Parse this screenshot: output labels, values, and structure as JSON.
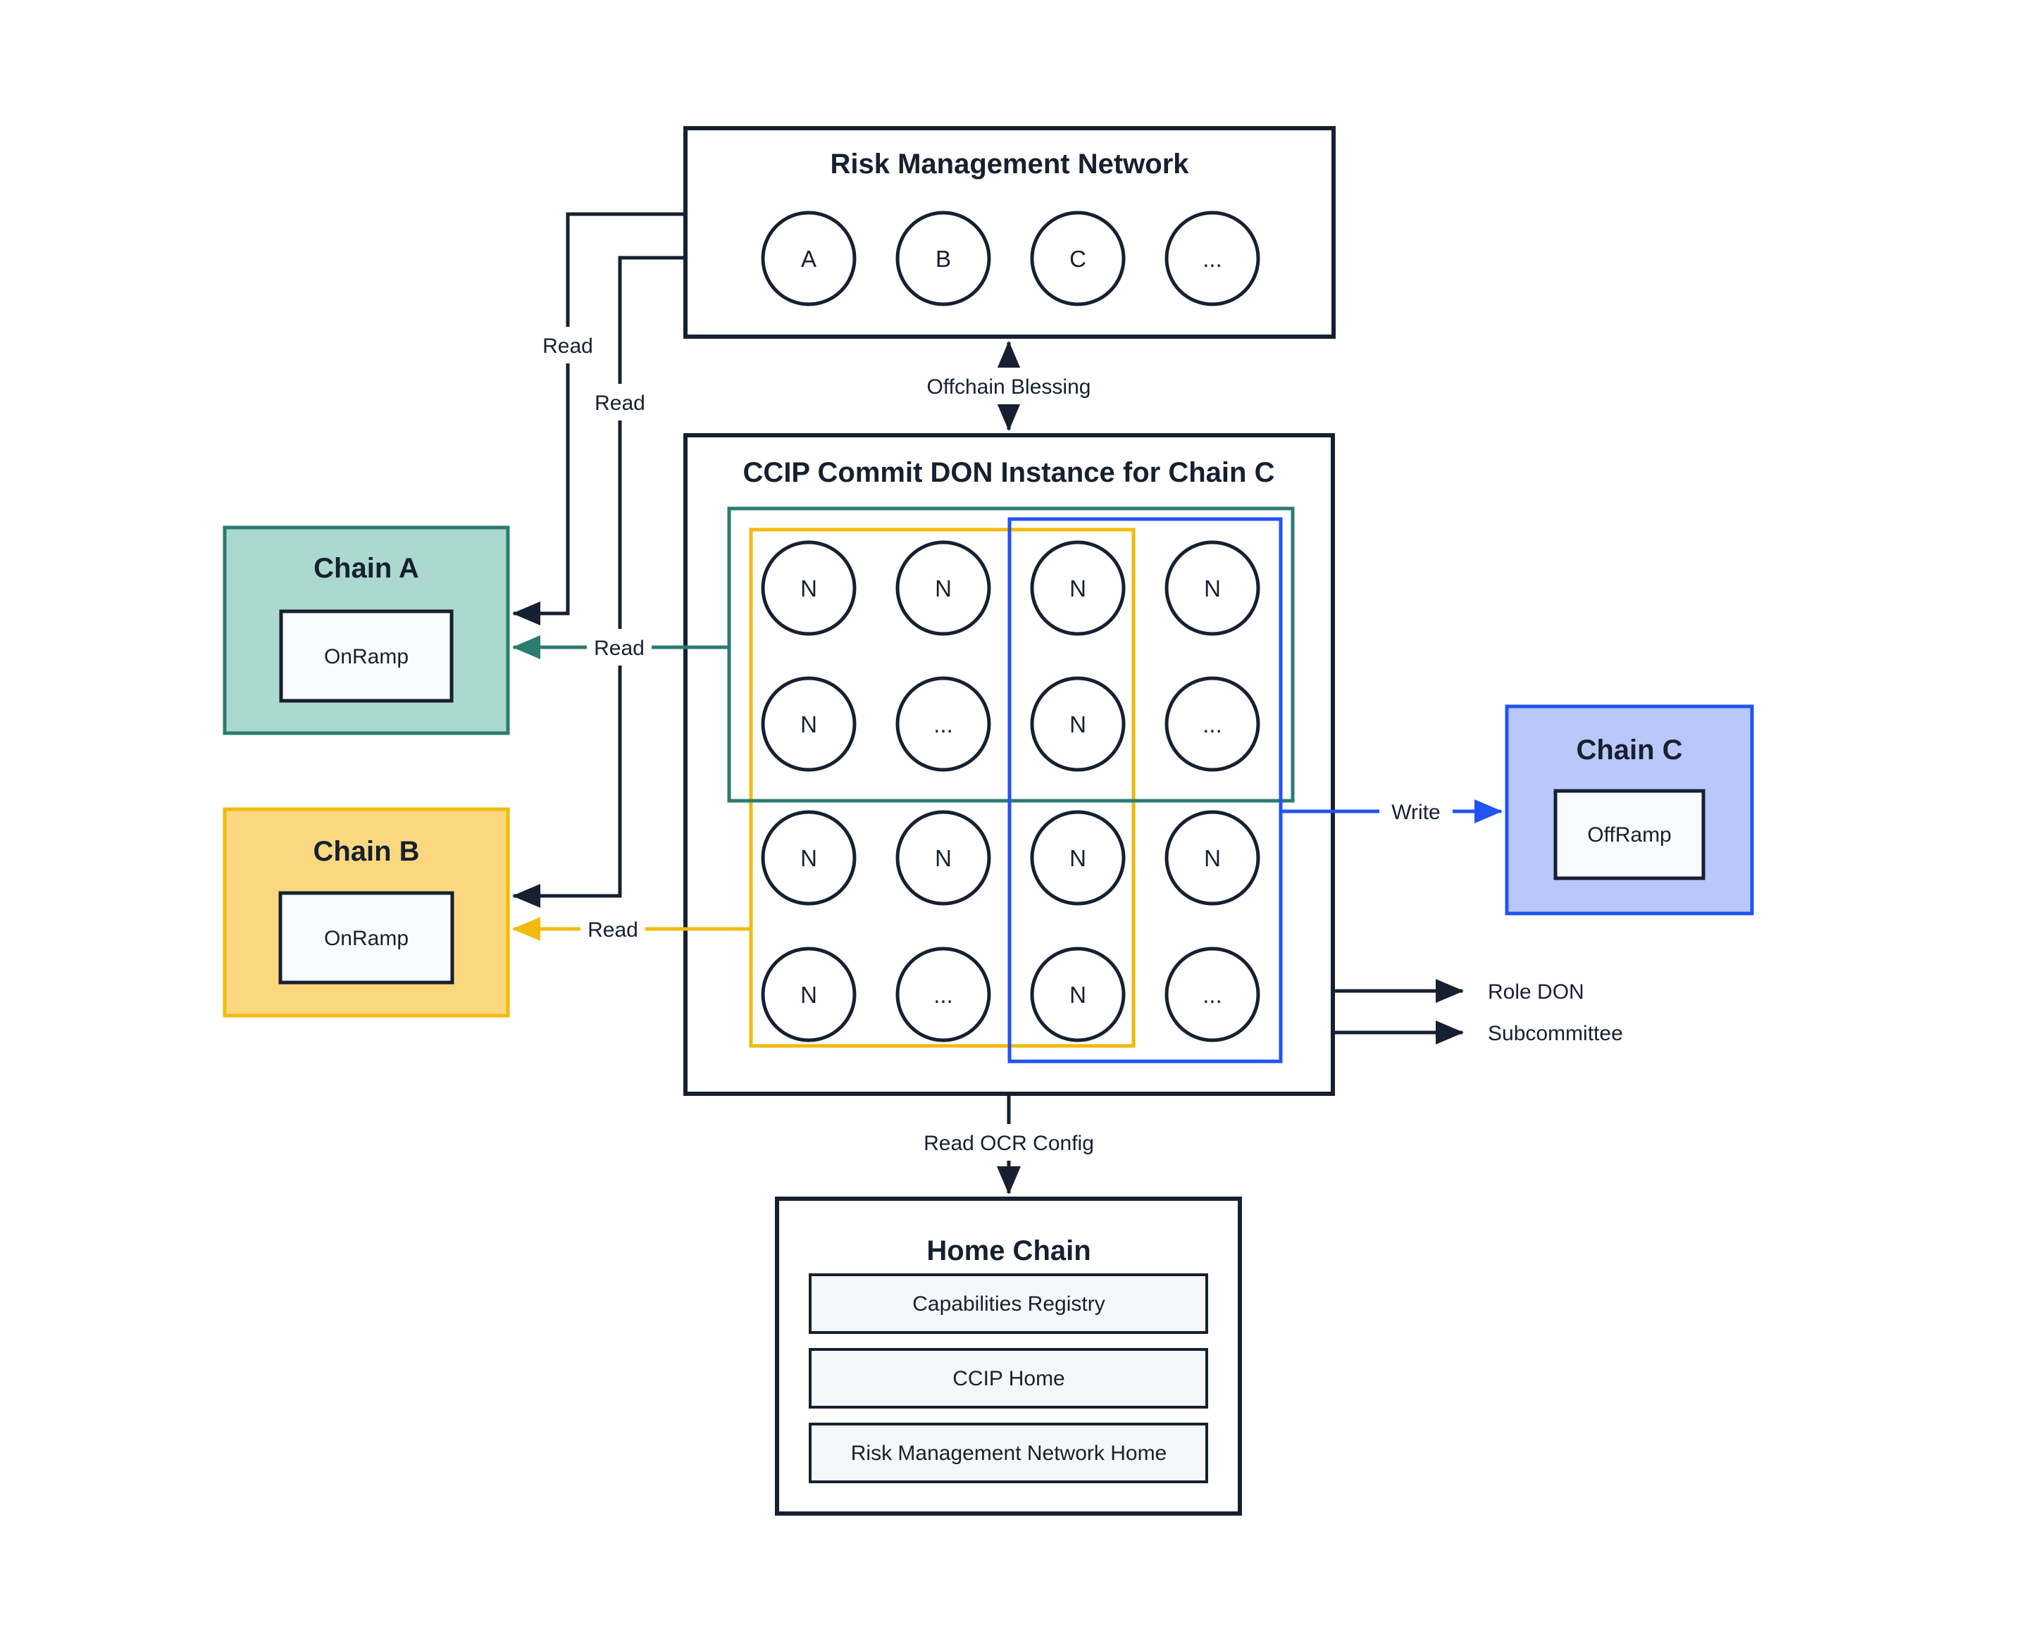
{
  "rmn": {
    "title": "Risk Management Network",
    "nodes": [
      "A",
      "B",
      "C",
      "..."
    ]
  },
  "ccip": {
    "title": "CCIP Commit DON Instance for Chain C",
    "grid": {
      "rows": [
        [
          "N",
          "N",
          "N",
          "N"
        ],
        [
          "N",
          "...",
          "N",
          "..."
        ],
        [
          "N",
          "N",
          "N",
          "N"
        ],
        [
          "N",
          "...",
          "N",
          "..."
        ]
      ]
    }
  },
  "chain_a": {
    "title": "Chain A",
    "contract": "OnRamp"
  },
  "chain_b": {
    "title": "Chain B",
    "contract": "OnRamp"
  },
  "chain_c": {
    "title": "Chain C",
    "contract": "OffRamp"
  },
  "home_chain": {
    "title": "Home Chain",
    "contracts": [
      "Capabilities Registry",
      "CCIP Home",
      "Risk Management Network Home"
    ]
  },
  "labels": {
    "read": "Read",
    "write": "Write",
    "offchain_blessing": "Offchain Blessing",
    "read_ocr_config": "Read OCR Config",
    "role_don": "Role DON",
    "subcommittee": "Subcommittee"
  },
  "colors": {
    "line_dark": "#162030",
    "teal_stroke": "#2A7C6F",
    "teal_fill": "#ABD8D0",
    "yellow_stroke": "#F2BA0D",
    "yellow_fill": "#FBD87F",
    "blue_stroke": "#2153F5",
    "blue_fill": "#B9C8F9",
    "contract_fill": "#FAFBFE",
    "background": "#FFFFFF"
  }
}
